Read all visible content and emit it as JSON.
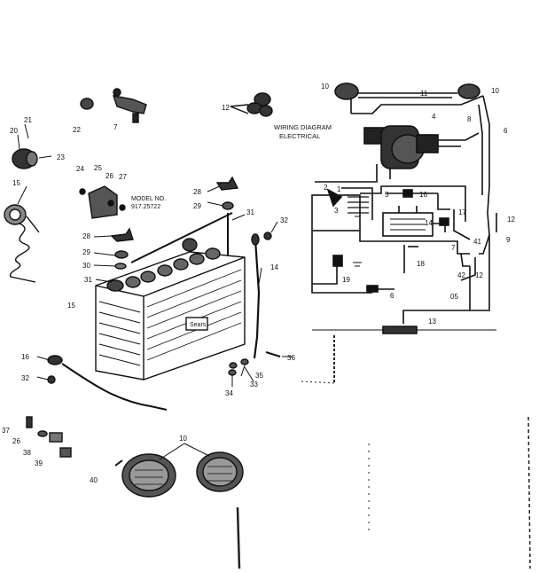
{
  "title": {
    "line1": "WIRING DIAGRAM",
    "line2": "ELECTRICAL"
  },
  "model": {
    "line1": "MODEL NO.",
    "line2": "917.25722"
  },
  "battery_brand": "Sears",
  "schematic_labels": {
    "l1": "1",
    "l2": "2",
    "l3": "3",
    "l4": "4",
    "l5": "5",
    "l6": "6",
    "l7": "7",
    "l8": "8",
    "l9": "9",
    "l10a": "10",
    "l10b": "10",
    "l11": "11",
    "l12a": "12",
    "l12b": "12",
    "l13": "13",
    "l14": "14",
    "l16": "16",
    "l17": "17",
    "l18": "18",
    "l19": "19",
    "l41": "41",
    "l42": "42",
    "l05": "05"
  },
  "part_callouts": {
    "p21": "21",
    "p20": "20",
    "p23": "23",
    "p22": "22",
    "p7": "7",
    "p12": "12",
    "p15": "15",
    "p24": "24",
    "p25": "25",
    "p26": "26",
    "p27": "27",
    "p28a": "28",
    "p29a": "29",
    "p31a": "31",
    "p32a": "32",
    "p28b": "28",
    "p29b": "29",
    "p30": "30",
    "p31b": "31",
    "p14": "14",
    "p15b": "15",
    "p16": "16",
    "p32b": "32",
    "p36": "36",
    "p35": "35",
    "p33": "33",
    "p34": "34",
    "p37": "37",
    "p26b": "26",
    "p38": "38",
    "p39": "39",
    "p40": "40",
    "p10": "10"
  },
  "colors": {
    "ink": "#111111",
    "paper": "#ffffff"
  }
}
